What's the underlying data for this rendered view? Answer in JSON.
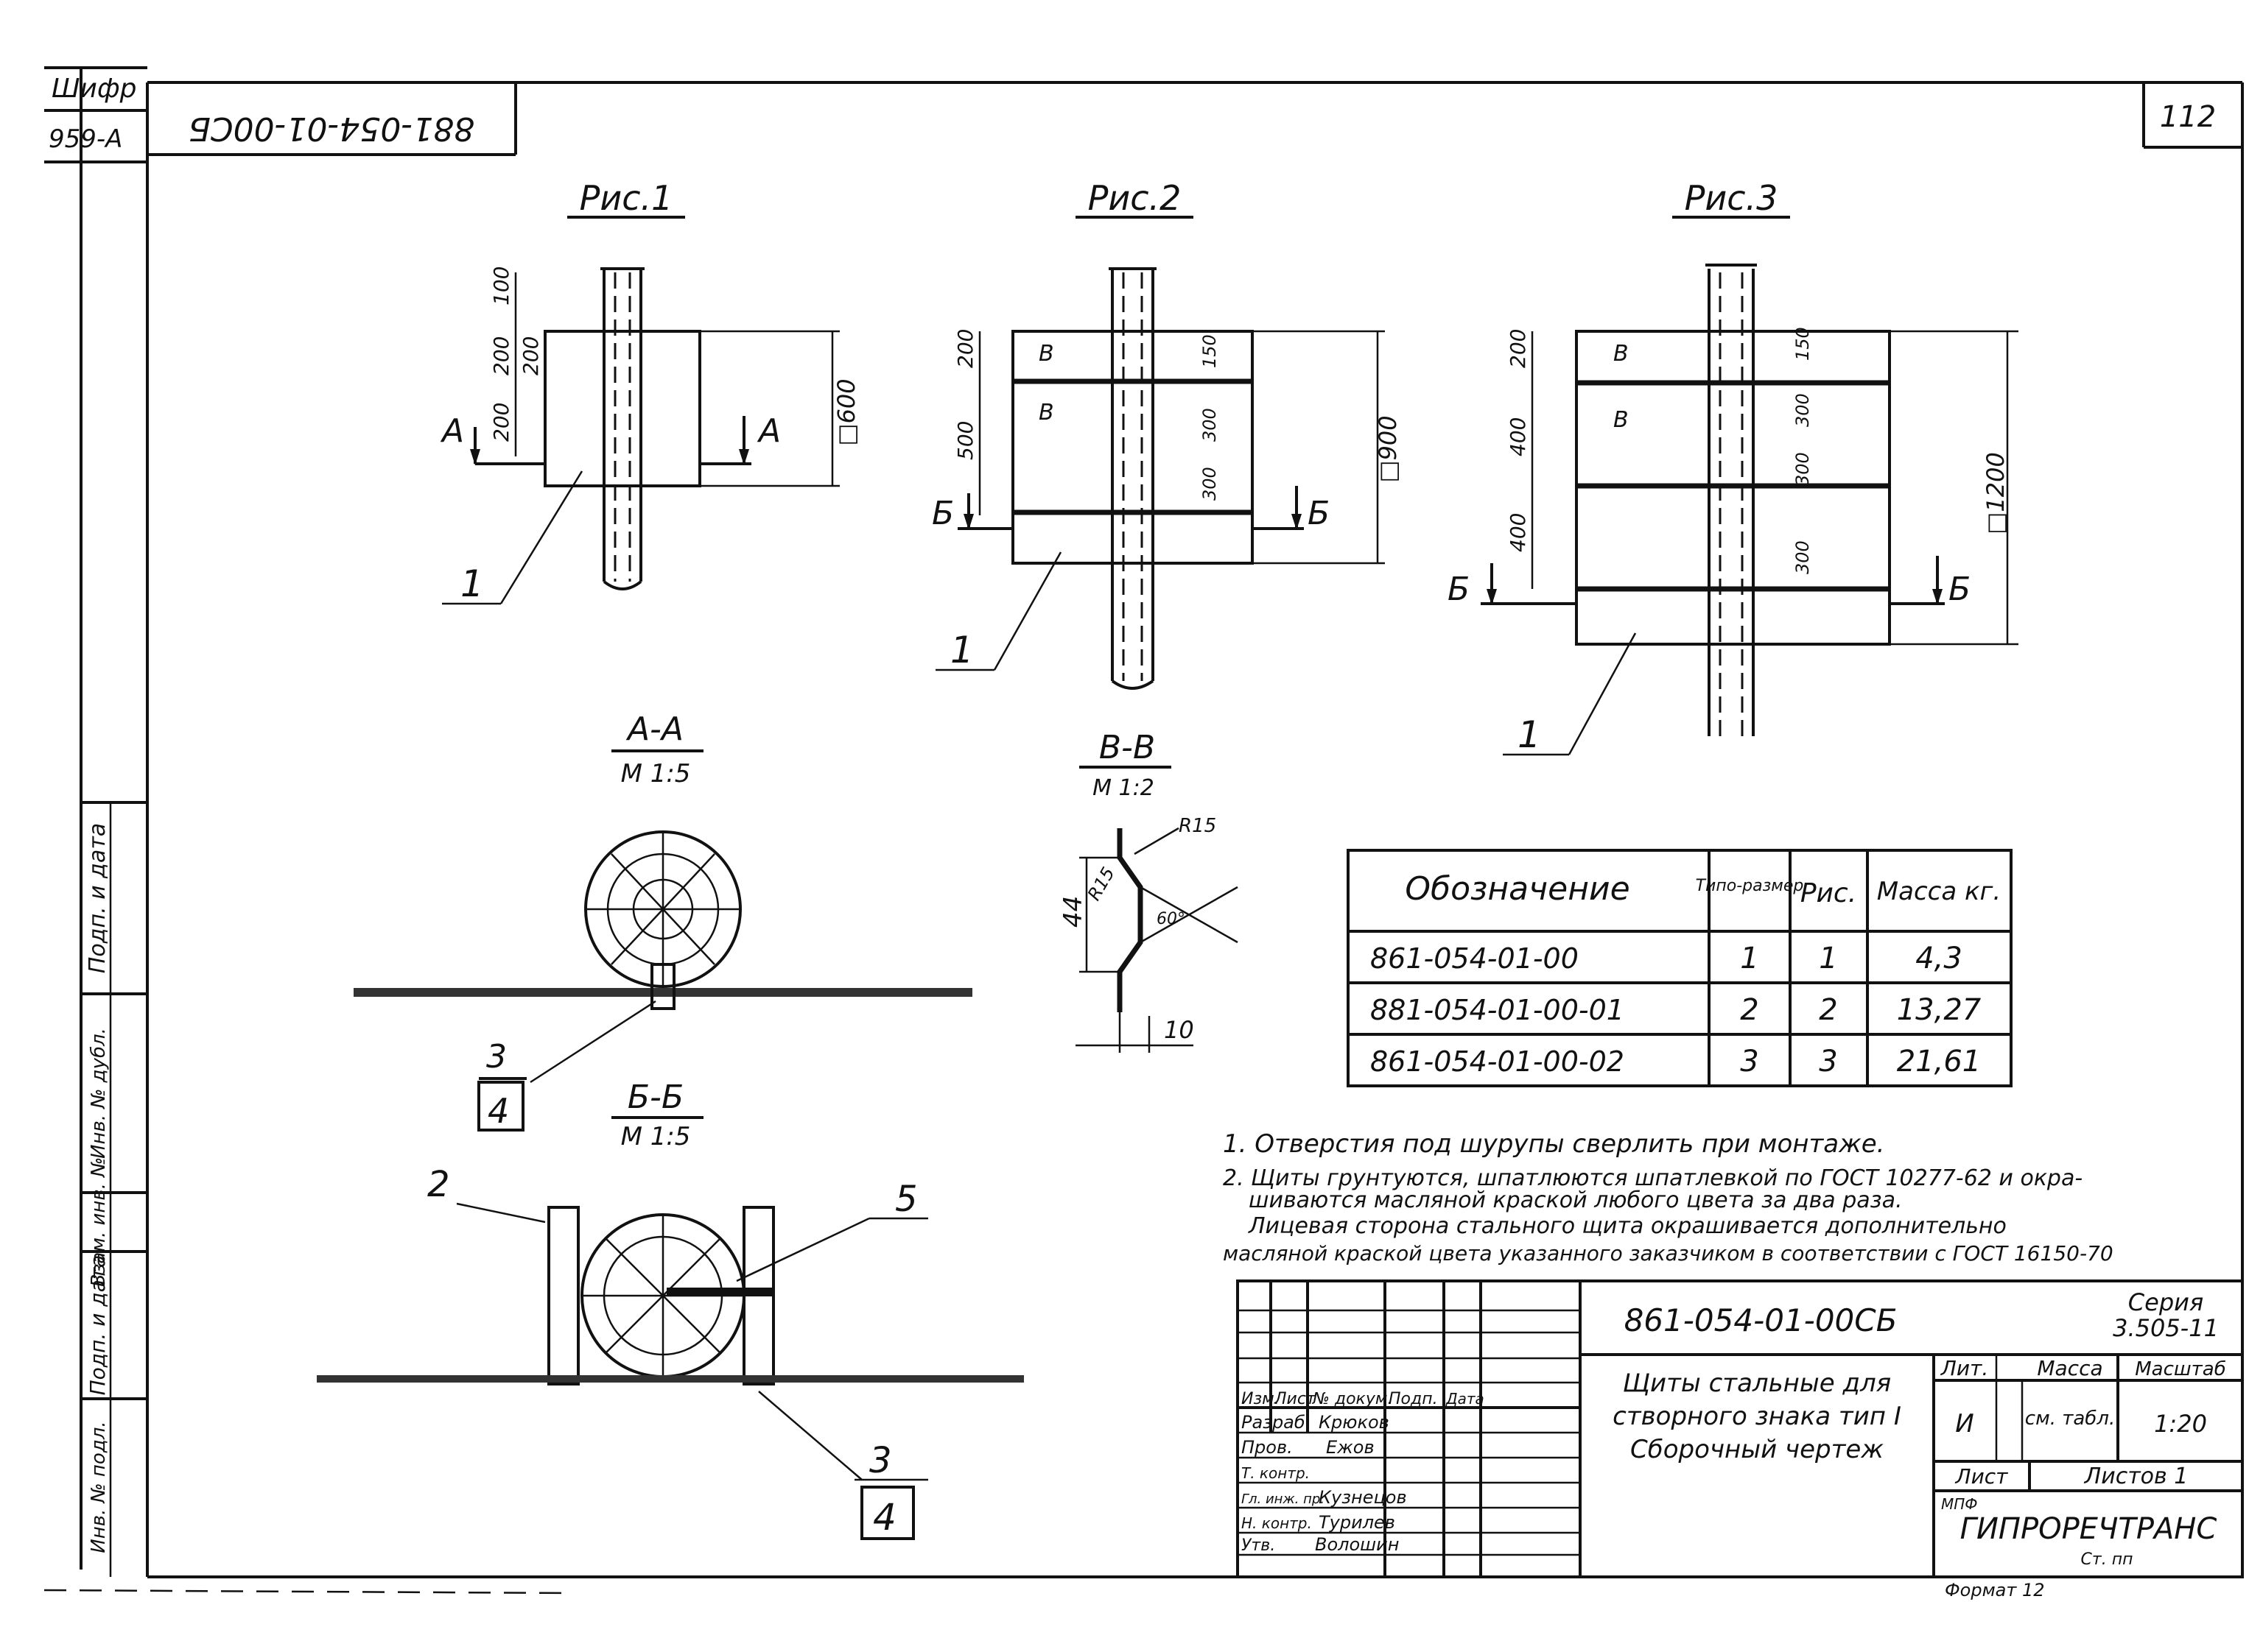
{
  "sheet": {
    "cipher_label": "Шифр",
    "cipher_value": "959-A",
    "drawing_code_inverted": "881-054-01-00СБ",
    "page_number": "112"
  },
  "side_stamp": {
    "items": [
      "Подп. и дата",
      "Взам. инв. №",
      "Инв. № дубл.",
      "Подп. и дата",
      "Инв. № подл."
    ]
  },
  "figures": [
    {
      "title": "Рис.1",
      "callout": "1",
      "section_left": "А",
      "section_right": "А",
      "size_label": "□600",
      "dims": [
        "100",
        "200",
        "200",
        "200"
      ]
    },
    {
      "title": "Рис.2",
      "callout": "1",
      "section_left": "Б",
      "section_right": "Б",
      "size_label": "□900",
      "dims": [
        "200",
        "500",
        "150",
        "300",
        "300"
      ],
      "cut_labels": [
        "В",
        "В"
      ]
    },
    {
      "title": "Рис.3",
      "callout": "1",
      "section_left": "Б",
      "section_right": "Б",
      "size_label": "□1200",
      "dims": [
        "200",
        "400",
        "400",
        "150",
        "300",
        "300",
        "300"
      ],
      "cut_labels": [
        "В",
        "В"
      ]
    }
  ],
  "sections": [
    {
      "title": "А-А",
      "scale": "М 1:5",
      "callouts": [
        "3",
        "4"
      ]
    },
    {
      "title": "В-В",
      "scale": "М 1:2",
      "dims": [
        "R15",
        "R15",
        "44",
        "60°",
        "10"
      ]
    },
    {
      "title": "Б-Б",
      "scale": "М 1:5",
      "callouts": [
        "2",
        "5",
        "3",
        "4"
      ]
    }
  ],
  "table": {
    "headers": [
      "Обозначение",
      "Типо-размер",
      "Рис.",
      "Масса кг."
    ],
    "rows": [
      [
        "861-054-01-00",
        "1",
        "1",
        "4,3"
      ],
      [
        "881-054-01-00-01",
        "2",
        "2",
        "13,27"
      ],
      [
        "861-054-01-00-02",
        "3",
        "3",
        "21,61"
      ]
    ]
  },
  "notes": [
    "1. Отверстия под шурупы сверлить при монтаже.",
    "2. Щиты грунтуются, шпатлюются шпатлевкой по ГОСТ 10277-62 и окра-",
    "шиваются масляной краской любого цвета за два раза.",
    "Лицевая сторона стального щита окрашивается дополнительно",
    "масляной краской цвета указанного заказчиком в соответствии с ГОСТ 16150-70"
  ],
  "title_block": {
    "drawing_code": "861-054-01-00СБ",
    "series_label": "Серия",
    "series_value": "3.505-11",
    "title_lines": [
      "Щиты стальные для",
      "створного знака тип I",
      "Сборочный чертеж"
    ],
    "roles_header": [
      "Изм.",
      "Лист",
      "№ докум.",
      "Подп.",
      "Дата"
    ],
    "roles": [
      {
        "role": "Разраб.",
        "name": "Крюков"
      },
      {
        "role": "Пров.",
        "name": "Ежов"
      },
      {
        "role": "Т. контр.",
        "name": ""
      },
      {
        "role": "Гл. инж. пр.",
        "name": "Кузнецов"
      },
      {
        "role": "Н. контр.",
        "name": "Турилев"
      },
      {
        "role": "Утв.",
        "name": "Волошин"
      }
    ],
    "lit_label": "Лит.",
    "lit_value": "И",
    "mass_label": "Масса",
    "mass_value": "см. табл.",
    "scale_label": "Масштаб",
    "scale_value": "1:20",
    "sheet_label": "Лист",
    "sheets_label": "Листов 1",
    "org_small": "МПФ",
    "org_name": "ГИПРОРЕЧТРАНС",
    "org_suffix": "Ст. пп",
    "format_label": "Формат 12"
  }
}
